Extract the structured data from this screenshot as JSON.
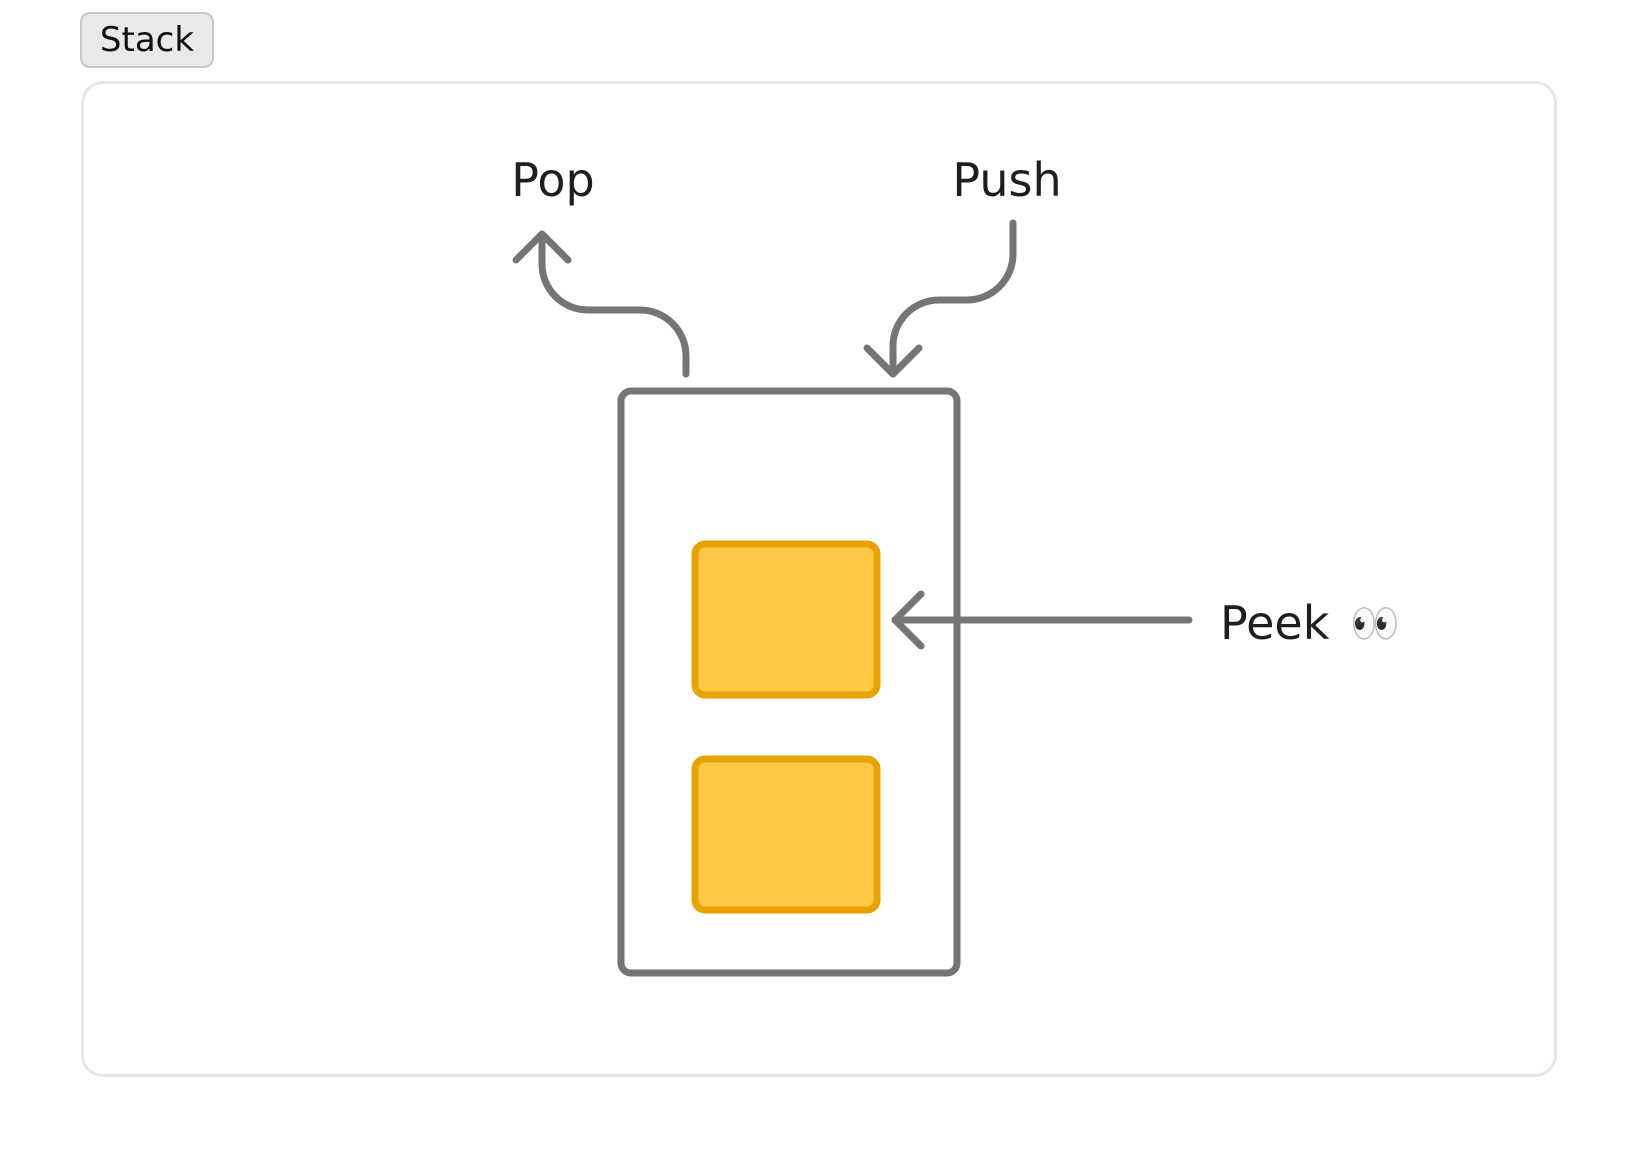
{
  "tab": {
    "label": "Stack"
  },
  "diagram": {
    "labels": {
      "pop": "Pop",
      "push": "Push",
      "peek": "Peek",
      "peek_emoji": "👀"
    },
    "stack_item_count": 2,
    "colors": {
      "stroke": "#757575",
      "item_fill": "#ffc845",
      "item_stroke": "#e8a300",
      "label": "#1e1e1e"
    }
  }
}
